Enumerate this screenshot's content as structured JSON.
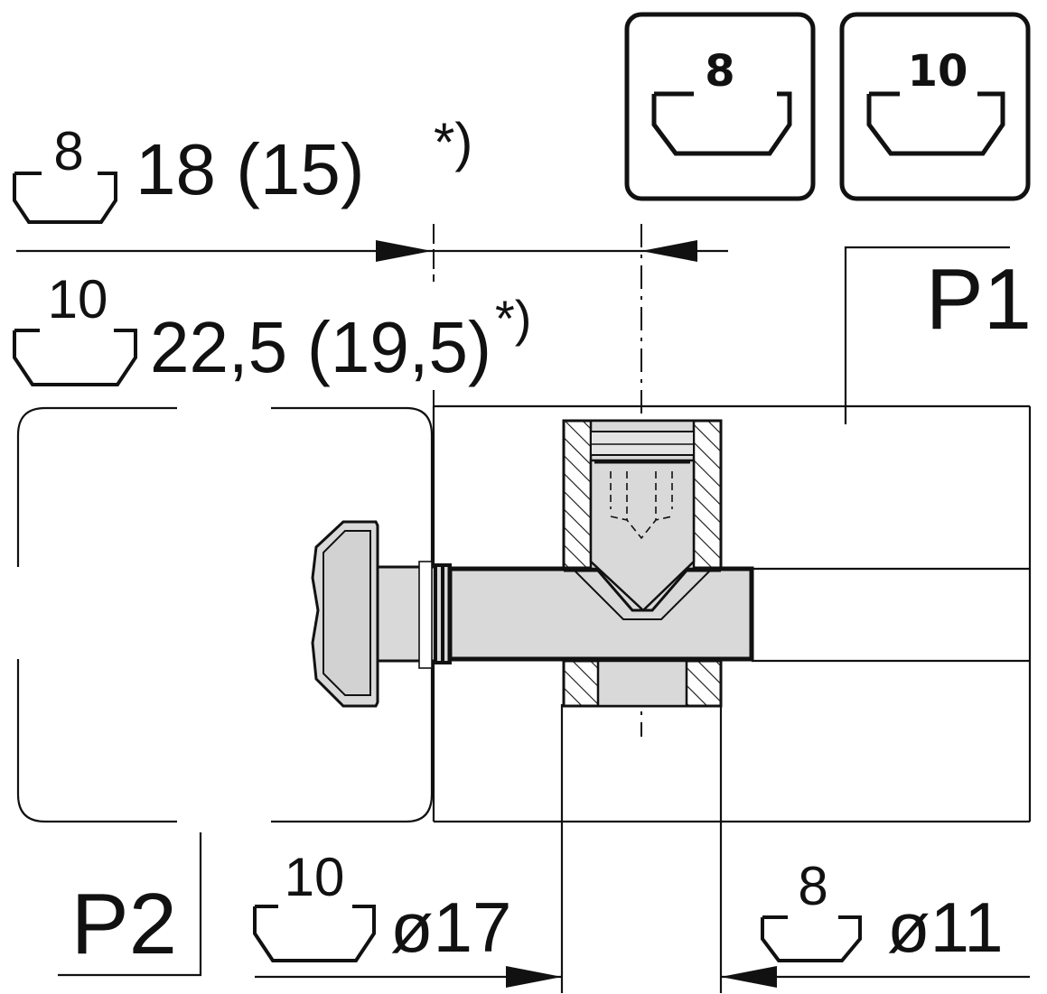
{
  "badges": [
    {
      "slot": "8"
    },
    {
      "slot": "10"
    }
  ],
  "dim_top": {
    "slot": "8",
    "value": "18 (15)",
    "mark": "*)"
  },
  "dim_second": {
    "slot": "10",
    "value": "22,5 (19,5)",
    "mark": "*)"
  },
  "profiles": {
    "p1": "P1",
    "p2": "P2"
  },
  "bore_left": {
    "slot": "10",
    "value": "ø17"
  },
  "bore_right": {
    "slot": "8",
    "value": "ø11"
  }
}
